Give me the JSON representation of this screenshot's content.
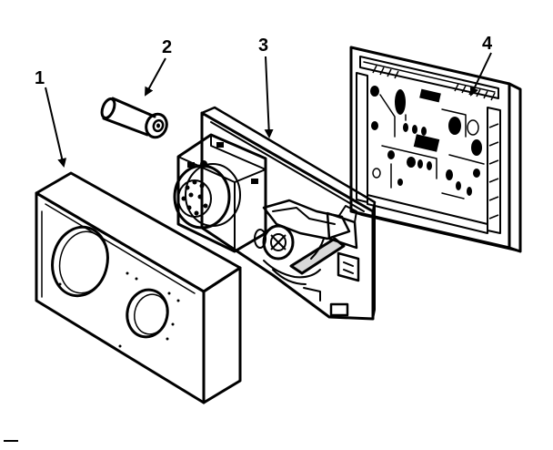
{
  "callouts": [
    {
      "id": "cover",
      "label": "1"
    },
    {
      "id": "battery",
      "label": "2"
    },
    {
      "id": "clock-mechanism",
      "label": "3"
    },
    {
      "id": "base-plate",
      "label": "4"
    }
  ],
  "colors": {
    "ink": "#000000",
    "paper": "#ffffff"
  }
}
